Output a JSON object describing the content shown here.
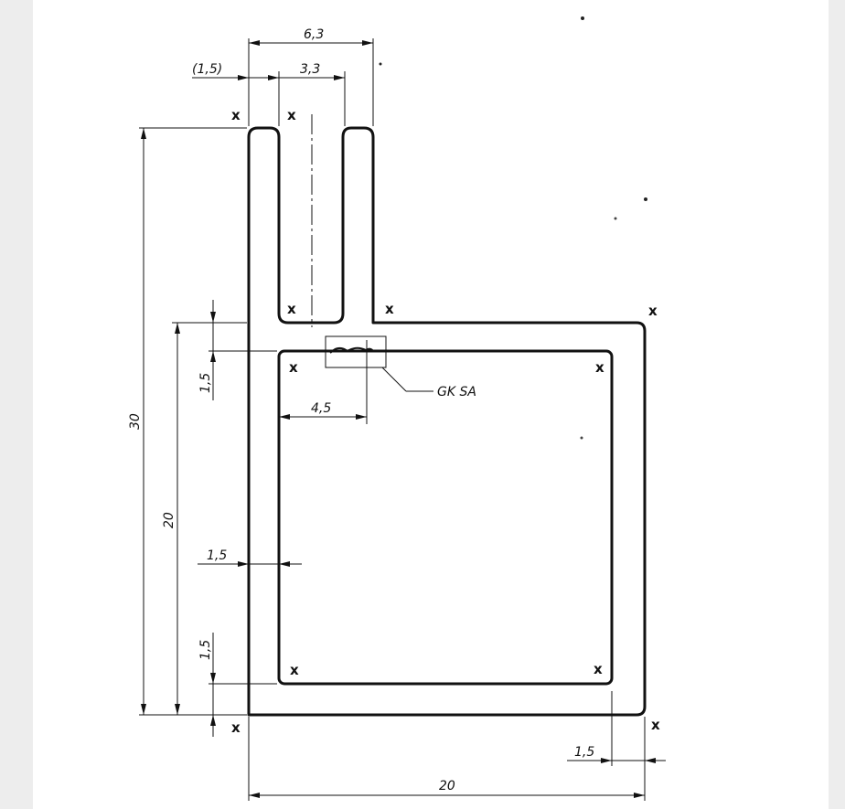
{
  "dimensions": {
    "top_total_width": "6,3",
    "top_offset": "(1,5)",
    "top_slot_width": "3,3",
    "overall_height": "30",
    "box_height": "20",
    "upper_thickness": "1,5",
    "weld_offset": "4,5",
    "left_thickness": "1,5",
    "lower_thickness": "1,5",
    "right_thickness": "1,5",
    "bottom_width": "20"
  },
  "weld_label": "GK SA",
  "marker": "x"
}
